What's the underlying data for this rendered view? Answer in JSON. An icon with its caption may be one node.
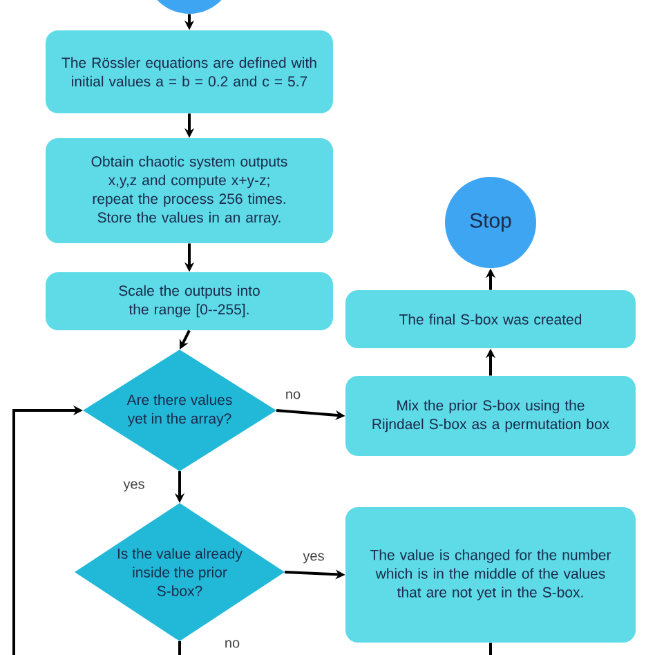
{
  "diagram": {
    "nodes": [
      {
        "text": [],
        "shape": "circle"
      },
      {
        "text": [
          "The Rössler equations are defined with initial values a = b = 0.2 and c = 5.7"
        ]
      },
      {
        "text": [
          "Obtain chaotic system outputs x,y,z and compute x+y-z; repeat the process 256 times. Store the values in an array."
        ]
      },
      {
        "text": [
          "Scale the outputs into the range [0--255]."
        ]
      },
      {
        "text": [
          "Are there values yet in the array?"
        ]
      },
      {
        "text": [
          "Is the value already inside the prior S-box?"
        ]
      },
      {
        "text": [
          "Stop"
        ]
      },
      {
        "text": [
          "The final S-box was created"
        ]
      },
      {
        "text": [
          "Mix the prior S-box using the Rijndael S-box as a permutation box"
        ]
      },
      {
        "text": [
          "The value is changed for the number which is in the middle of the values that are not yet in the S-box."
        ]
      }
    ],
    "edges": [
      {
        "from": 0,
        "to": 1,
        "arrow": "to"
      },
      {
        "from": 1,
        "to": 2,
        "arrow": "to"
      },
      {
        "from": 2,
        "to": 3,
        "arrow": "to"
      },
      {
        "from": 3,
        "to": 4,
        "arrow": "to"
      },
      {
        "from": 4,
        "to": 8,
        "arrow": "to",
        "label": "no"
      },
      {
        "from": 4,
        "to": 5,
        "arrow": "to",
        "label": "yes"
      },
      {
        "from": 5,
        "to": 9,
        "arrow": "to",
        "label": "yes"
      },
      {
        "from": 8,
        "to": 7,
        "arrow": "to"
      },
      {
        "from": 7,
        "to": 6,
        "arrow": "to"
      },
      {
        "from": 5,
        "to": null,
        "arrow": "none",
        "label": "no"
      },
      {
        "from": 9,
        "to": null,
        "arrow": "none"
      },
      {
        "from": null,
        "to": 4,
        "arrow": "to"
      }
    ]
  }
}
